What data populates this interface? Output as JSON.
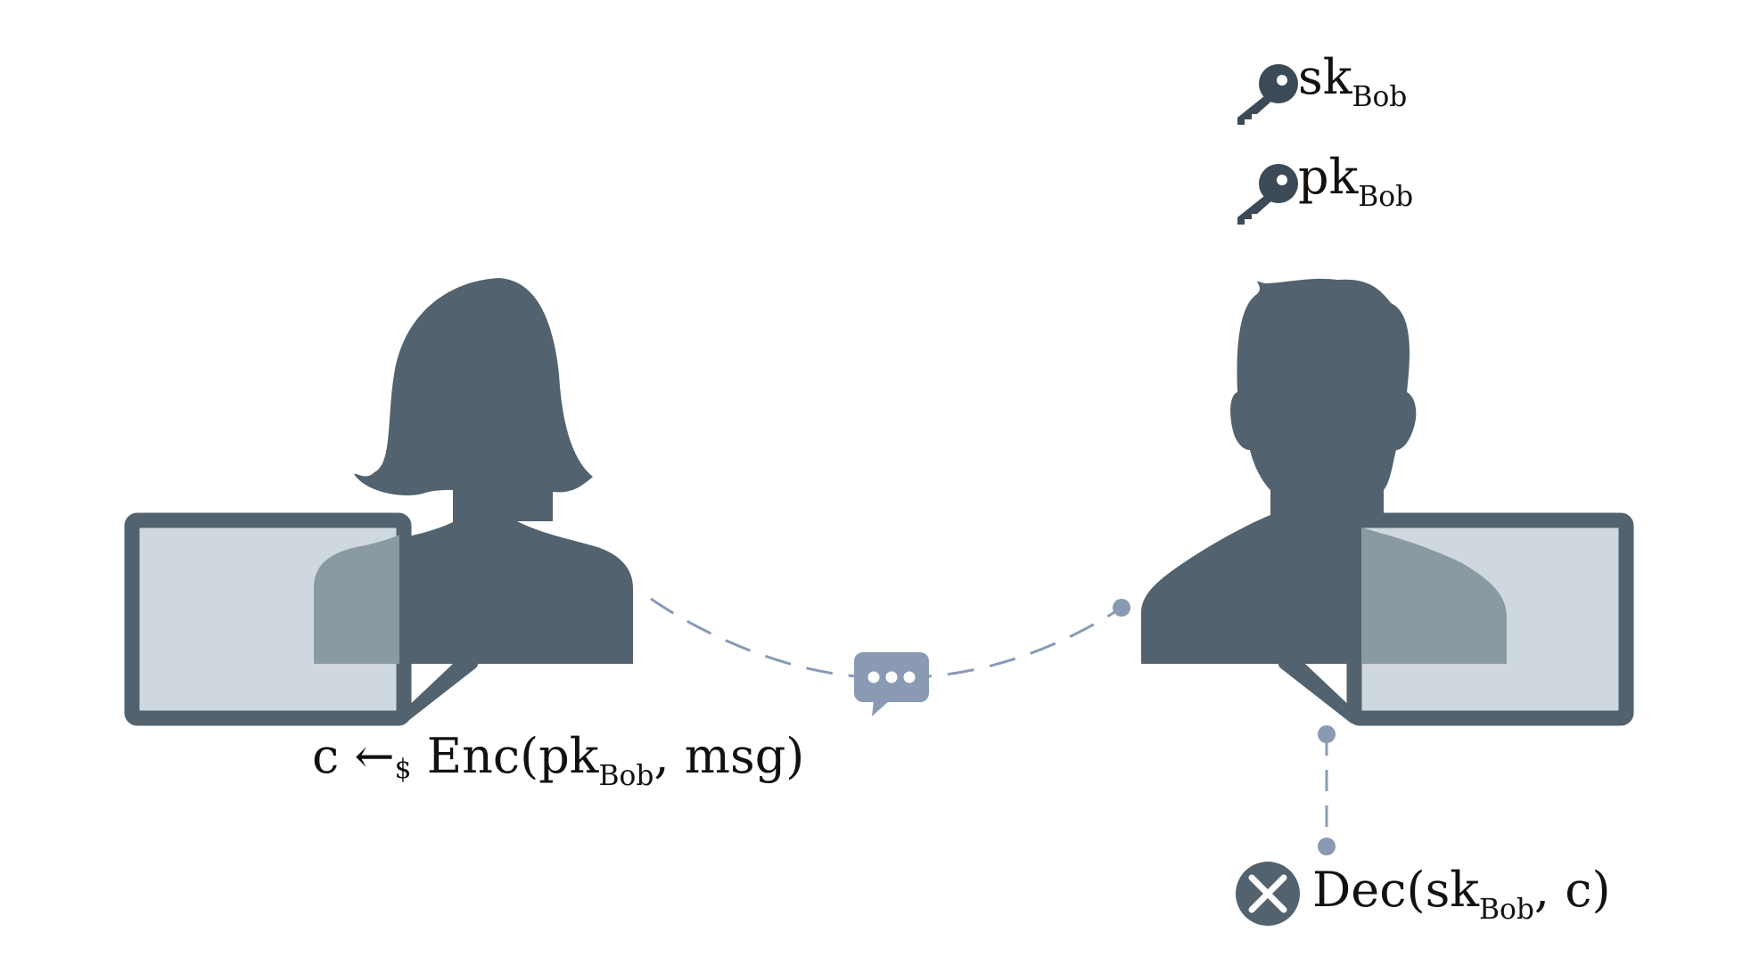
{
  "colors": {
    "figure": "#52626E",
    "screen_fill": "#CED8DE",
    "screen_overlay": "#8A9AA3",
    "connector": "#8A9AB3",
    "text": "#111111"
  },
  "keys": {
    "secret": {
      "base": "sk",
      "sub": "Bob",
      "icon": "key-icon"
    },
    "public": {
      "base": "pk",
      "sub": "Bob",
      "icon": "key-icon"
    }
  },
  "alice": {
    "icon": "woman-silhouette-icon",
    "formula": {
      "lhs": "c",
      "arrow": "←",
      "dollar": "$",
      "fn": "Enc(pk",
      "sub": "Bob",
      "rest": ", msg)"
    }
  },
  "bob": {
    "icon": "man-silhouette-icon",
    "decrypt": {
      "status_icon": "x-circle-icon",
      "fn": "Dec(sk",
      "sub": "Bob",
      "rest": ", c)"
    }
  },
  "channel": {
    "icon": "chat-bubble-icon"
  }
}
